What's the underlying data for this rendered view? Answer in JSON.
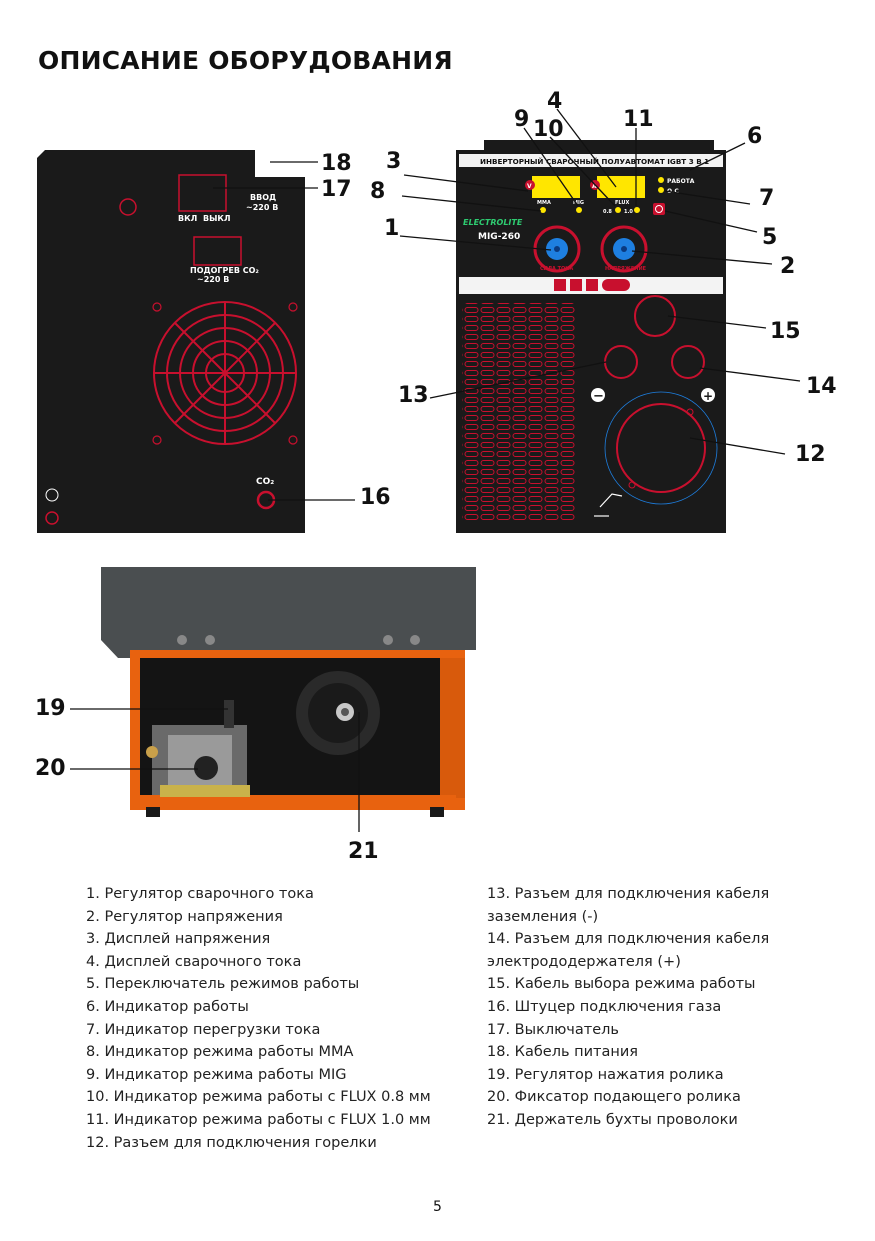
{
  "page_title": "ОПИСАНИЕ ОБОРУДОВАНИЯ",
  "colors": {
    "panel": "#1a1a1a",
    "accent_red": "#c8102e",
    "orange": "#e8620f",
    "display_yellow": "#ffe600",
    "knob_blue": "#1e7fe0"
  },
  "back_panel": {
    "switch_labels": {
      "on": "ВКЛ",
      "off": "ВЫКЛ"
    },
    "input_label": "ВВОД",
    "input_voltage": "~220 В",
    "heater_label": "ПОДОГРЕВ CO₂",
    "heater_voltage": "~220 В",
    "gas_label": "CO₂"
  },
  "front_panel": {
    "header": "ИНВЕРТОРНЫЙ СВАРОЧНЫЙ ПОЛУАВТОМАТ IGBT 3 В 1",
    "brand": "ELECTROLITE",
    "model": "MIG-260",
    "indicator_work": "РАБОТА",
    "indicator_overload": "О.С",
    "mode_mma": "MMA",
    "mode_mig": "MIG",
    "flux_label": "FLUX",
    "flux_08": "0.8",
    "flux_10": "1.0",
    "display_v": "V",
    "display_a": "A",
    "knob_left_label": "СИЛА ТОКА",
    "knob_right_label": "НАПРЯЖЕНИЕ",
    "minus": "−",
    "plus": "+"
  },
  "callouts": [
    "1",
    "2",
    "3",
    "4",
    "5",
    "6",
    "7",
    "8",
    "9",
    "10",
    "11",
    "12",
    "13",
    "14",
    "15",
    "16",
    "17",
    "18",
    "19",
    "20",
    "21"
  ],
  "legend_left": [
    "1. Регулятор сварочного тока",
    "2. Регулятор напряжения",
    "3. Дисплей напряжения",
    "4. Дисплей сварочного тока",
    "5. Переключатель режимов работы",
    "6. Индикатор работы",
    "7. Индикатор перегрузки тока",
    "8. Индикатор режима работы MMA",
    "9. Индикатор режима работы MIG",
    "10. Индикатор режима работы с FLUX 0.8 мм",
    "11. Индикатор режима работы с FLUX 1.0 мм",
    "12. Разъем для подключения горелки"
  ],
  "legend_right": [
    "13. Разъем для подключения кабеля",
    "заземления (-)",
    "14. Разъем для подключения кабеля",
    "электрододержателя (+)",
    "15. Кабель выбора режима работы",
    "16. Штуцер подключения газа",
    "17. Выключатель",
    "18. Кабель питания",
    "19. Регулятор нажатия ролика",
    "20. Фиксатор подающего ролика",
    "21. Держатель бухты проволоки"
  ],
  "page_number": "5"
}
